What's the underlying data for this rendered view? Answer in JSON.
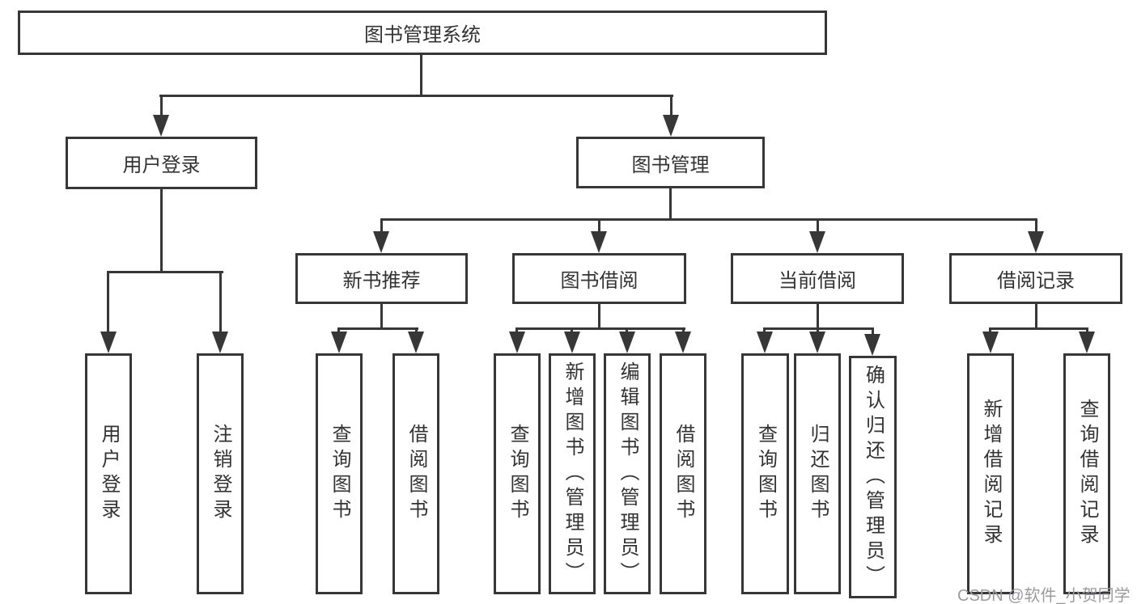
{
  "diagram": {
    "root": {
      "label": "图书管理系统"
    },
    "branches": [
      {
        "label": "用户登录",
        "children": [
          {
            "label": "用户登录"
          },
          {
            "label": "注销登录"
          }
        ]
      },
      {
        "label": "图书管理",
        "children": [
          {
            "label": "新书推荐",
            "children": [
              {
                "label": "查询图书"
              },
              {
                "label": "借阅图书"
              }
            ]
          },
          {
            "label": "图书借阅",
            "children": [
              {
                "label": "查询图书"
              },
              {
                "label": "新增图书（管理员）"
              },
              {
                "label": "编辑图书（管理员）"
              },
              {
                "label": "借阅图书"
              }
            ]
          },
          {
            "label": "当前借阅",
            "children": [
              {
                "label": "查询图书"
              },
              {
                "label": "归还图书"
              },
              {
                "label": "确认归还（管理员）"
              }
            ]
          },
          {
            "label": "借阅记录",
            "children": [
              {
                "label": "新增借阅记录"
              },
              {
                "label": "查询借阅记录"
              }
            ]
          }
        ]
      }
    ]
  },
  "watermark": {
    "text": "CSDN @软件_小贺同学"
  },
  "colors": {
    "line": "#373737",
    "text": "#333333",
    "wm": "#9b9ba0",
    "bg": "#ffffff"
  }
}
